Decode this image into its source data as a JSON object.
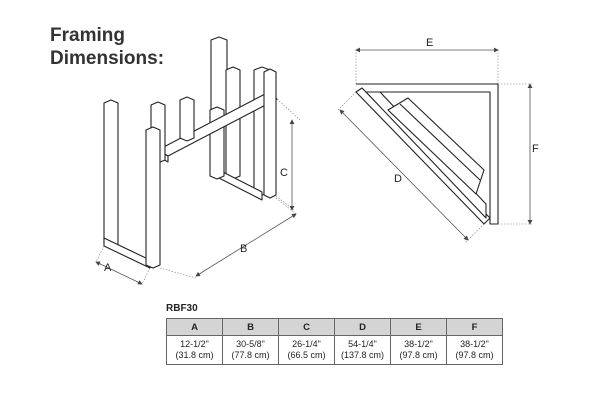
{
  "title": {
    "line1": "Framing",
    "line2": "Dimensions:"
  },
  "labels": {
    "a": "A",
    "b": "B",
    "c": "C",
    "d": "D",
    "e": "E",
    "f": "F"
  },
  "table": {
    "model": "RBF30",
    "columns": [
      {
        "header": "A",
        "inches": "12-1/2\"",
        "cm": "(31.8 cm)"
      },
      {
        "header": "B",
        "inches": "30-5/8\"",
        "cm": "(77.8 cm)"
      },
      {
        "header": "C",
        "inches": "26-1/4\"",
        "cm": "(66.5 cm)"
      },
      {
        "header": "D",
        "inches": "54-1/4\"",
        "cm": "(137.8 cm)"
      },
      {
        "header": "E",
        "inches": "38-1/2\"",
        "cm": "(97.8 cm)"
      },
      {
        "header": "F",
        "inches": "38-1/2\"",
        "cm": "(97.8 cm)"
      }
    ]
  }
}
